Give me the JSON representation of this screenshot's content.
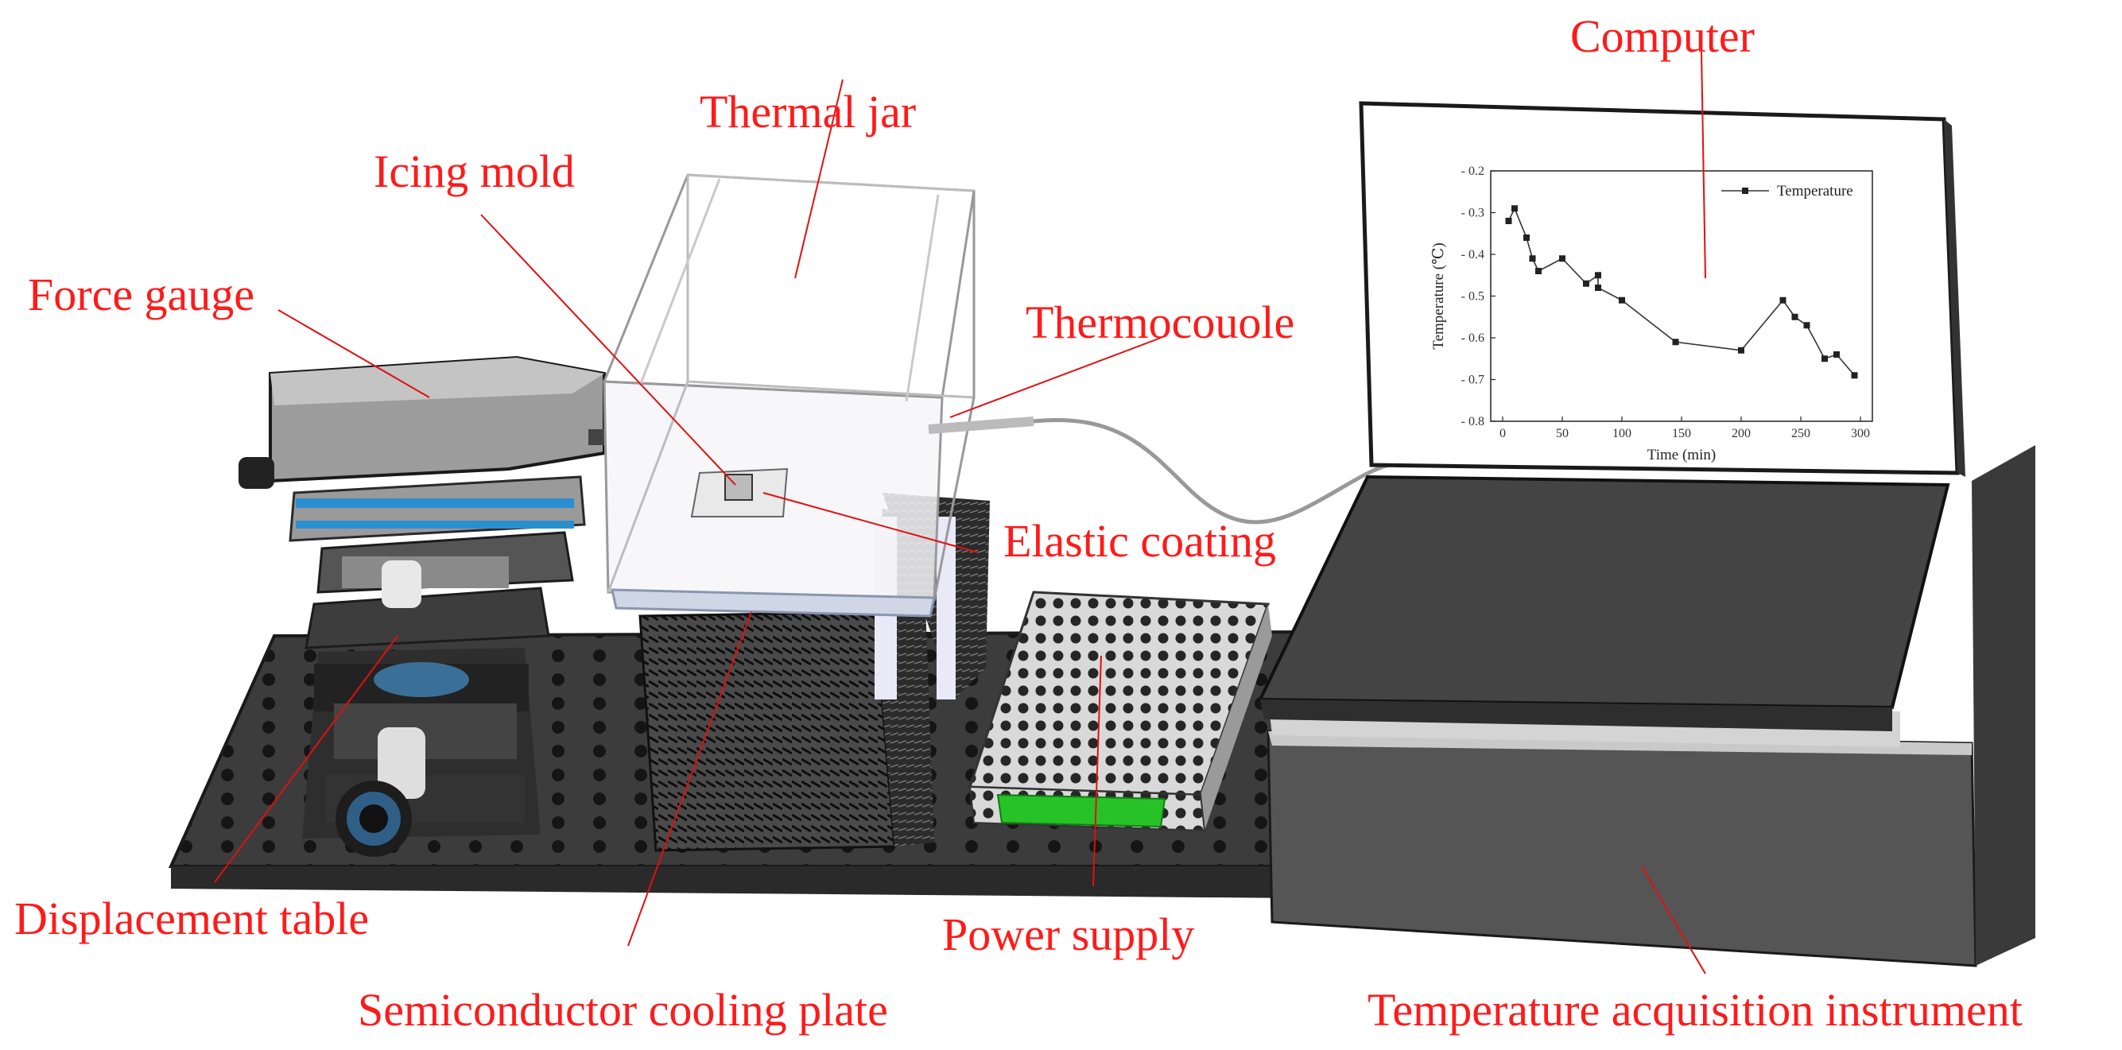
{
  "colors": {
    "label": "#ff1a1a",
    "leader": "#e01010",
    "platform": "#3a3a3a",
    "metal_dark": "#2f2f2f",
    "metal_light": "#b9b9b9",
    "accent_blue": "#2a8fd0",
    "pcb_green": "#27c227"
  },
  "labels": {
    "computer": "Computer",
    "thermal_jar": "Thermal jar",
    "icing_mold": "Icing mold",
    "force_gauge": "Force gauge",
    "thermocouple": "Thermocouole",
    "elastic_coating": "Elastic coating",
    "displacement_table": "Displacement table",
    "power_supply": "Power supply",
    "semiconductor_cooling_plate": "Semiconductor cooling plate",
    "temperature_acquisition_instrument": "Temperature acquisition instrument"
  },
  "chart_data": {
    "type": "line",
    "xlabel": "Time (min)",
    "ylabel": "Temperature (℃)",
    "xlim": [
      -10,
      310
    ],
    "ylim": [
      -0.8,
      -0.2
    ],
    "xticks": [
      0,
      50,
      100,
      150,
      200,
      250,
      300
    ],
    "yticks": [
      -0.8,
      -0.7,
      -0.6,
      -0.5,
      -0.4,
      -0.3,
      -0.2
    ],
    "legend_position": "top-right",
    "series": [
      {
        "name": "Temperature",
        "x": [
          5,
          10,
          20,
          25,
          30,
          50,
          70,
          80,
          80,
          100,
          145,
          200,
          235,
          245,
          255,
          270,
          280,
          295
        ],
        "y": [
          -0.32,
          -0.29,
          -0.36,
          -0.41,
          -0.44,
          -0.41,
          -0.47,
          -0.45,
          -0.48,
          -0.51,
          -0.61,
          -0.63,
          -0.51,
          -0.55,
          -0.57,
          -0.65,
          -0.64,
          -0.69
        ]
      }
    ]
  }
}
